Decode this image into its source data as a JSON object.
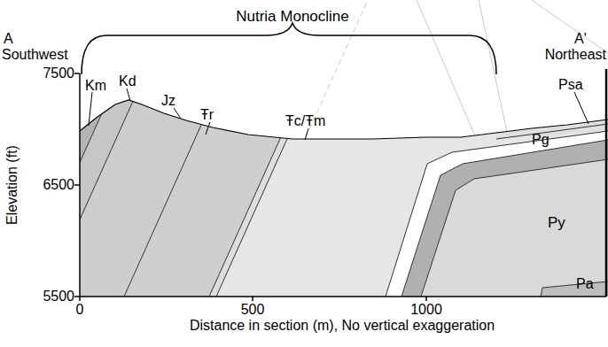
{
  "diagram": {
    "labels": [
      "A",
      "Southwest",
      "Nutria Monocline",
      "A'",
      "Northeast",
      "7500",
      "6500",
      "5500",
      "Elevation (ft)",
      "0",
      "500",
      "1000",
      "Distance in section (m), No vertical exaggeration",
      "Km",
      "Kd",
      "Jz",
      "Ŧr",
      "Ŧc/Ŧm",
      "Psa",
      "Pg",
      "Py",
      "Pa"
    ]
  }
}
